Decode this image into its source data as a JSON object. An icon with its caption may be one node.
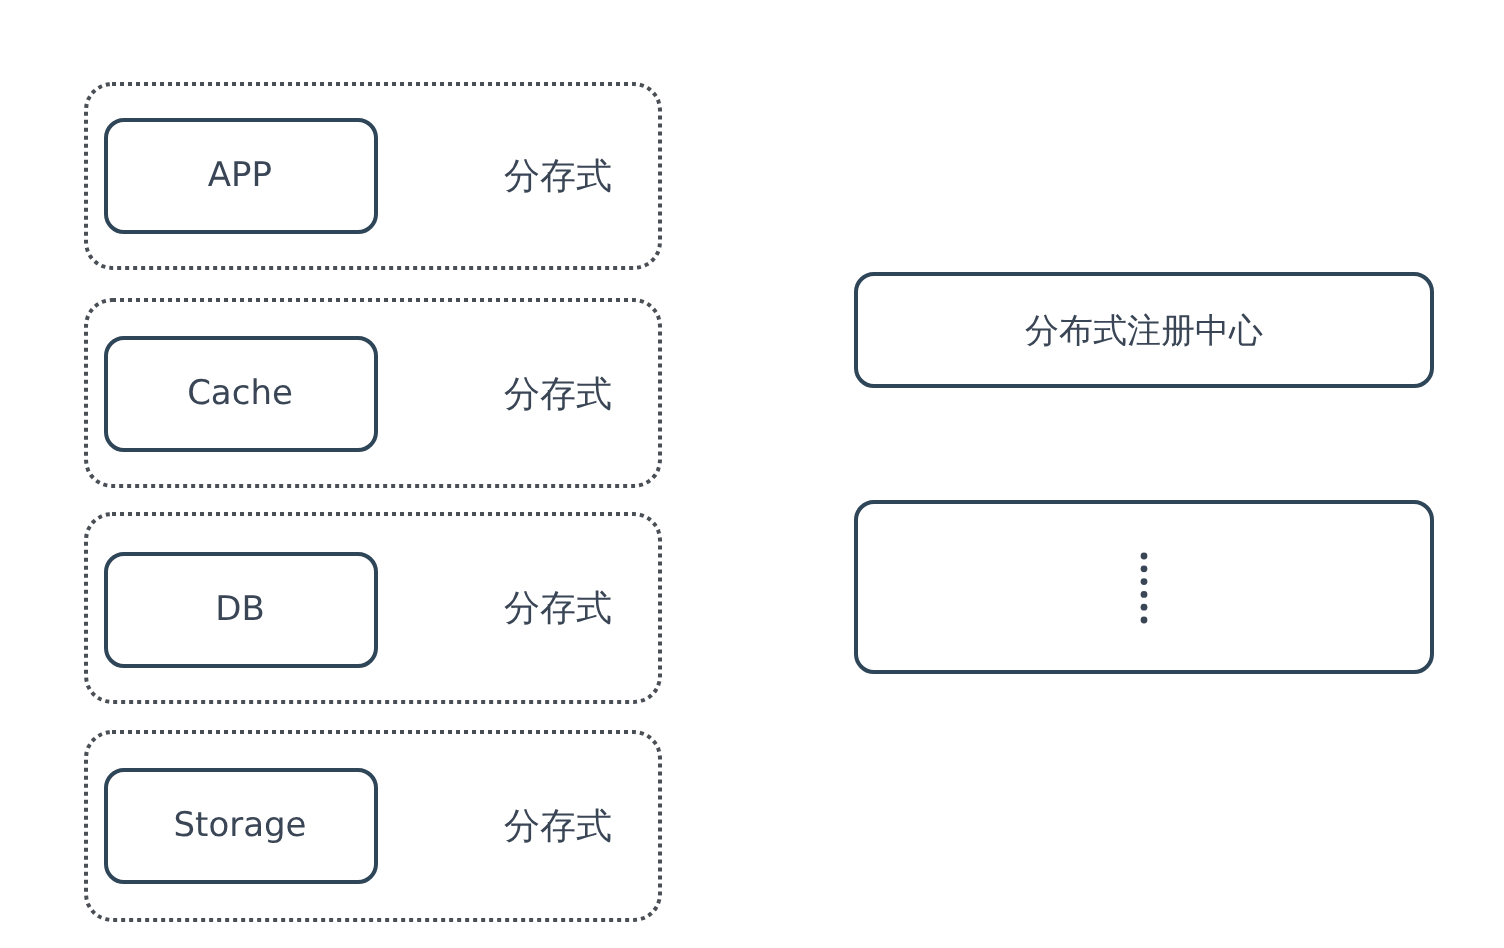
{
  "diagram": {
    "nodes": [
      {
        "text": [
          "分存式"
        ]
      },
      {
        "text": [
          "APP"
        ],
        "in": 0
      },
      {
        "text": [
          "分存式"
        ]
      },
      {
        "text": [
          "Cache"
        ],
        "in": 2
      },
      {
        "text": [
          "分存式"
        ]
      },
      {
        "text": [
          "DB"
        ],
        "in": 4
      },
      {
        "text": [
          "分存式"
        ]
      },
      {
        "text": [
          "Storage"
        ],
        "in": 6
      },
      {
        "text": [
          "分布式注册中心"
        ]
      },
      {
        "text": [],
        "shape": "box"
      }
    ]
  }
}
